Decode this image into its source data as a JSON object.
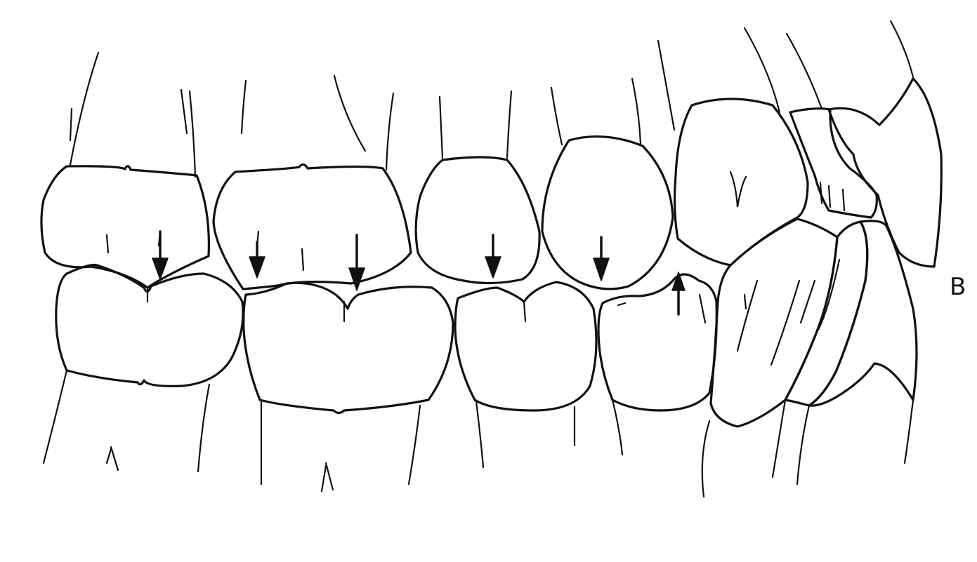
{
  "figure": {
    "panel_label": "B",
    "colors": {
      "line": "#111111",
      "background": "#ffffff"
    },
    "force_arrows": [
      {
        "direction": "down"
      },
      {
        "direction": "down"
      },
      {
        "direction": "down"
      },
      {
        "direction": "down"
      },
      {
        "direction": "down"
      },
      {
        "direction": "up"
      }
    ]
  }
}
